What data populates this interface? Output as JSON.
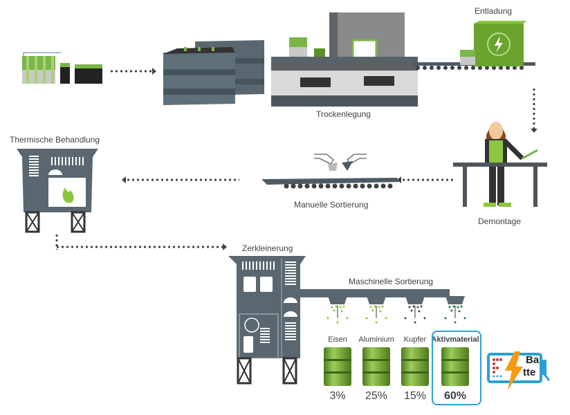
{
  "title": "Batterie-Recyclingprozess",
  "steps": {
    "entladung": "Entladung",
    "trockenlegung": "Trockenlegung",
    "demontage": "Demontage",
    "manuelle_sortierung": "Manuelle Sortierung",
    "thermische_behandlung": "Thermische Behandlung",
    "zerkleinerung": "Zerkleinerung",
    "maschinelle_sortierung": "Maschinelle Sortierung"
  },
  "materials": [
    {
      "name": "Eisen",
      "percent": "3%",
      "color": "#8cc63f"
    },
    {
      "name": "Aluminium",
      "percent": "25%",
      "color": "#8cc63f"
    },
    {
      "name": "Kupfer",
      "percent": "15%",
      "color": "#4a4a4a"
    },
    {
      "name": "Aktivmaterial",
      "percent": "60%",
      "color": "#1e7a3a",
      "highlighted": true
    }
  ],
  "logo": {
    "text_line1": "Ba",
    "text_line2": "tte",
    "accent": "#2a9fd6",
    "bolt": "#f39c12"
  },
  "colors": {
    "machine": "#5a6770",
    "green": "#7ab648",
    "highlight": "#2a9fd6"
  }
}
